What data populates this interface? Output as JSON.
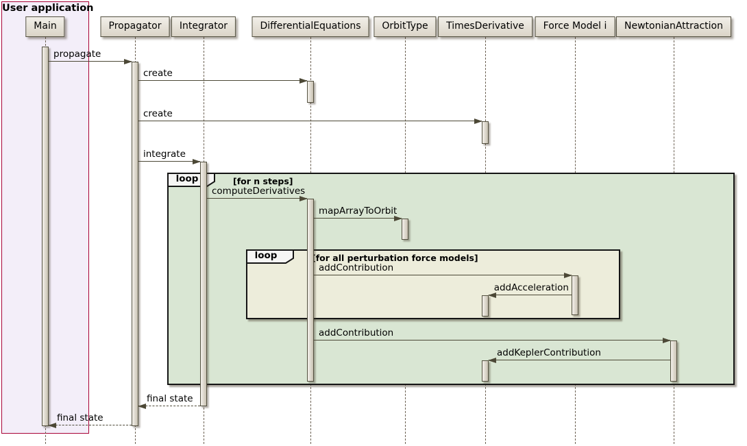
{
  "frame": {
    "title": "User application"
  },
  "participants": [
    {
      "label": "Main"
    },
    {
      "label": "Propagator"
    },
    {
      "label": "Integrator"
    },
    {
      "label": "DifferentialEquations"
    },
    {
      "label": "OrbitType"
    },
    {
      "label": "TimesDerivative"
    },
    {
      "label": "Force Model i"
    },
    {
      "label": "NewtonianAttraction"
    }
  ],
  "messages": [
    {
      "label": "propagate",
      "from": "Main",
      "to": "Propagator",
      "style": "solid"
    },
    {
      "label": "create",
      "from": "Propagator",
      "to": "DifferentialEquations",
      "style": "solid"
    },
    {
      "label": "create",
      "from": "Propagator",
      "to": "TimesDerivative",
      "style": "solid"
    },
    {
      "label": "integrate",
      "from": "Propagator",
      "to": "Integrator",
      "style": "solid"
    },
    {
      "label": "computeDerivatives",
      "from": "Integrator",
      "to": "DifferentialEquations",
      "style": "solid"
    },
    {
      "label": "mapArrayToOrbit",
      "from": "DifferentialEquations",
      "to": "OrbitType",
      "style": "solid"
    },
    {
      "label": "addContribution",
      "from": "DifferentialEquations",
      "to": "Force Model i",
      "style": "solid"
    },
    {
      "label": "addAcceleration",
      "from": "Force Model i",
      "to": "TimesDerivative",
      "style": "solid"
    },
    {
      "label": "addContribution",
      "from": "DifferentialEquations",
      "to": "NewtonianAttraction",
      "style": "solid"
    },
    {
      "label": "addKeplerContribution",
      "from": "NewtonianAttraction",
      "to": "TimesDerivative",
      "style": "solid"
    },
    {
      "label": "final state",
      "from": "Integrator",
      "to": "Propagator",
      "style": "dashed-return"
    },
    {
      "label": "final state",
      "from": "Propagator",
      "to": "Main",
      "style": "dashed-return"
    }
  ],
  "loops": [
    {
      "keyword": "loop",
      "condition": "[for n steps]"
    },
    {
      "keyword": "loop",
      "condition": "[for all perturbation force models]"
    }
  ],
  "colors": {
    "frame_border": "#A80036",
    "frame_fill": "#F3EEF9",
    "participant_fill_top": "#F2EFE9",
    "participant_fill_bottom": "#DAD4C7",
    "participant_border": "#53503F",
    "arrow": "#4C4836",
    "lifeline": "#6B6052",
    "outer_loop_fill": "#D9E6D3",
    "inner_loop_fill": "#EDEDDB",
    "loop_border": "#141414"
  }
}
